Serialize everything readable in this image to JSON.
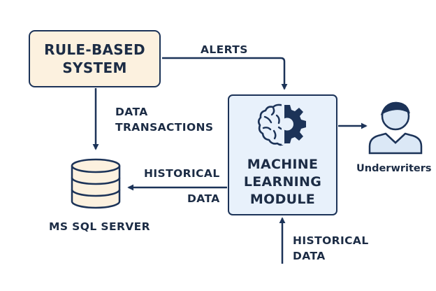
{
  "nodes": {
    "rule_system": {
      "line1": "RULE-BASED",
      "line2": "SYSTEM"
    },
    "ml_module": {
      "line1": "MACHINE",
      "line2": "LEARNING",
      "line3": "MODULE"
    },
    "database": {
      "label": "MS SQL SERVER"
    },
    "underwriters": {
      "label": "Underwriters"
    }
  },
  "edges": {
    "alerts": {
      "label": "ALERTS"
    },
    "data_transactions": {
      "line1": "DATA",
      "line2": "TRANSACTIONS"
    },
    "historical_to_db": {
      "line1": "HISTORICAL",
      "line2": "DATA"
    },
    "historical_input": {
      "line1": "HISTORICAL",
      "line2": "DATA"
    }
  },
  "colors": {
    "ink": "#1c3358",
    "rule_fill": "#fcf1df",
    "module_fill": "#e8f1fb",
    "db_fill": "#fcf1df",
    "person_fill": "#dbe8f6"
  },
  "icons": {
    "ml": "brain-gear-icon",
    "database": "database-cylinder-icon",
    "underwriters": "person-icon"
  }
}
